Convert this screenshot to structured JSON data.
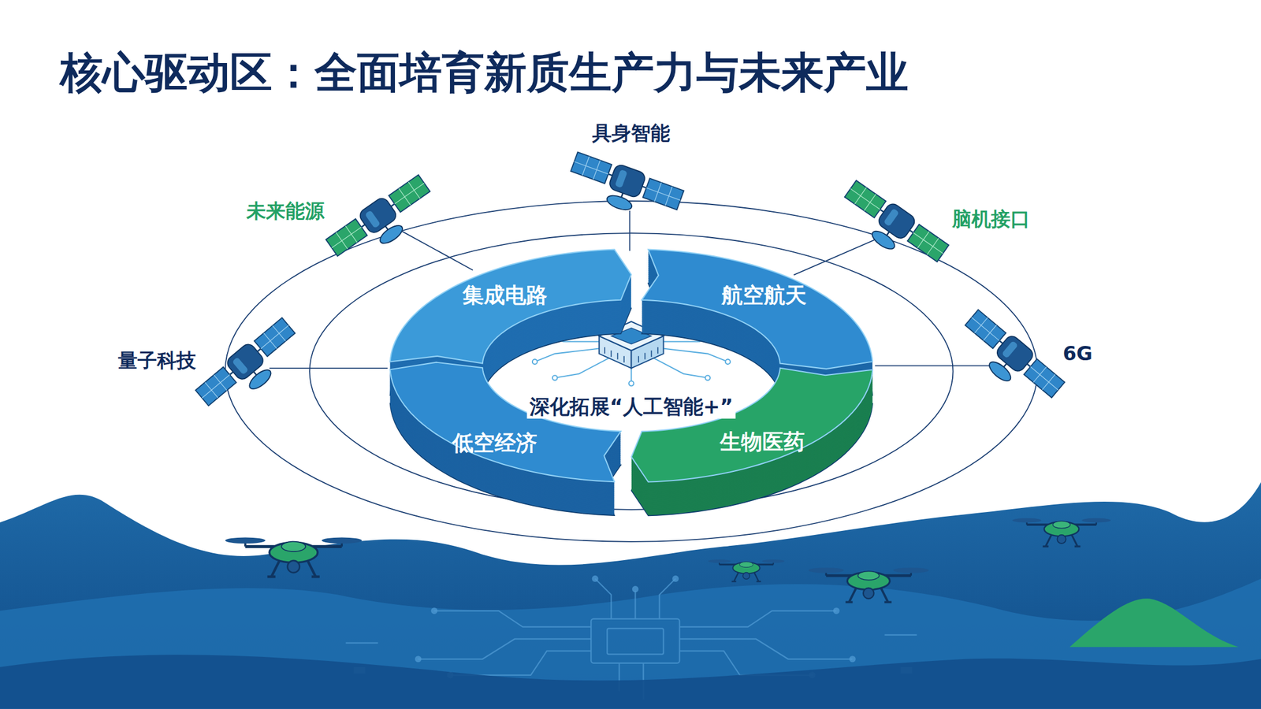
{
  "diagram": {
    "title": "核心驱动区：全面培育新质生产力与未来产业",
    "nodes": [
      {
        "text": [
          "集成电路"
        ]
      },
      {
        "text": [
          "航空航天"
        ]
      },
      {
        "text": [
          "低空经济"
        ]
      },
      {
        "text": [
          "生物医药"
        ]
      }
    ],
    "labels": [
      "具身智能",
      "未来能源",
      "脑机接口",
      "量子科技",
      "6G",
      "深化拓展“人工智能+”"
    ]
  }
}
